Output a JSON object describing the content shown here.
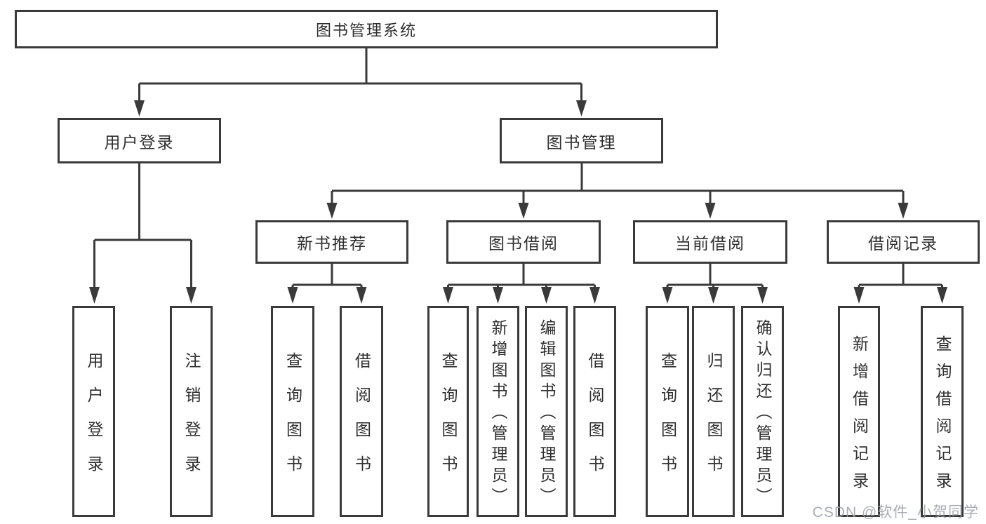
{
  "page": {
    "background": "#ffffff",
    "line_color": "#3a3a3a",
    "text_color": "#2f2f2f",
    "watermark_color": "#9ba0a8"
  },
  "watermark": {
    "text": "CSDN @软件_小贺同学"
  },
  "nodes": {
    "root": {
      "label": "图书管理系统"
    },
    "user_login": {
      "label": "用户登录"
    },
    "book_mgmt": {
      "label": "图书管理"
    },
    "new_book_rec": {
      "label": "新书推荐"
    },
    "book_borrow": {
      "label": "图书借阅"
    },
    "current_borrow": {
      "label": "当前借阅"
    },
    "borrow_record": {
      "label": "借阅记录"
    },
    "ul_login": {
      "label": "用户登录"
    },
    "ul_logout": {
      "label": "注销登录"
    },
    "nbr_query": {
      "label": "查询图书"
    },
    "nbr_borrow": {
      "label": "借阅图书"
    },
    "bb_query": {
      "label": "查询图书"
    },
    "bb_add": {
      "label": "新增图书（管理员）"
    },
    "bb_edit": {
      "label": "编辑图书（管理员）"
    },
    "bb_borrow": {
      "label": "借阅图书"
    },
    "cb_query": {
      "label": "查询图书"
    },
    "cb_return": {
      "label": "归还图书"
    },
    "cb_confirm": {
      "label": "确认归还（管理员）"
    },
    "br_add": {
      "label": "新增借阅记录"
    },
    "br_query": {
      "label": "查询借阅记录"
    }
  },
  "hierarchy": {
    "root": [
      "user_login",
      "book_mgmt"
    ],
    "user_login": [
      "ul_login",
      "ul_logout"
    ],
    "book_mgmt": [
      "new_book_rec",
      "book_borrow",
      "current_borrow",
      "borrow_record"
    ],
    "new_book_rec": [
      "nbr_query",
      "nbr_borrow"
    ],
    "book_borrow": [
      "bb_query",
      "bb_add",
      "bb_edit",
      "bb_borrow"
    ],
    "current_borrow": [
      "cb_query",
      "cb_return",
      "cb_confirm"
    ],
    "borrow_record": [
      "br_add",
      "br_query"
    ]
  }
}
